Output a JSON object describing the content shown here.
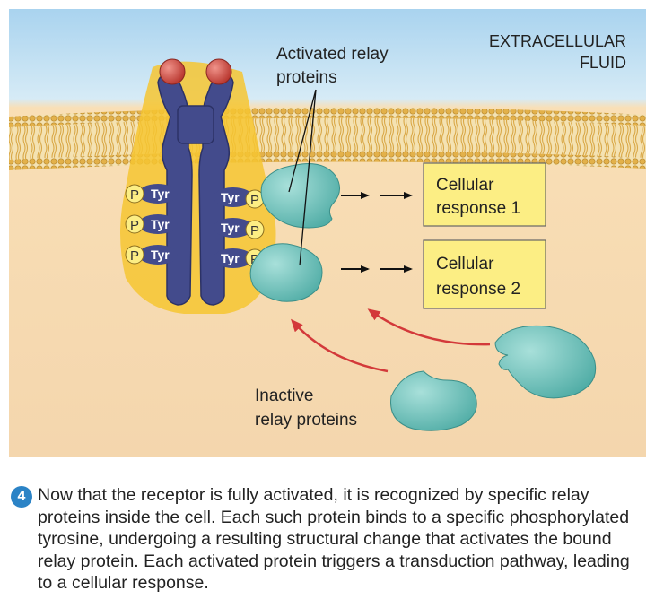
{
  "labels": {
    "extracellular_line1": "EXTRACELLULAR",
    "extracellular_line2": "FLUID",
    "activated_line1": "Activated relay",
    "activated_line2": "proteins",
    "inactive_line1": "Inactive",
    "inactive_line2": "relay proteins",
    "response1_line1": "Cellular",
    "response1_line2": "response 1",
    "response2_line1": "Cellular",
    "response2_line2": "response 2",
    "tyr": "Tyr",
    "phosphate": "P"
  },
  "caption": {
    "step": "4",
    "text": "Now that the receptor is fully activated, it is recognized by specific relay proteins inside the cell. Each such protein binds to a specific phosphorylated tyrosine, undergoing a resulting structural change that activates the bound relay protein. Each activated protein triggers a transduction pathway, leading to a cellular response."
  },
  "colors": {
    "extracellular_top": "#b8d9f0",
    "cytoplasm": "#f7dcb4",
    "receptor": "#434b8c",
    "ligand": "#c8423a",
    "highlight_glow": "#f6c531",
    "relay_protein": "#5fbdb6",
    "response_box": "#fcee84",
    "red_arrow": "#d3393a",
    "step_badge": "#2b83c6"
  }
}
